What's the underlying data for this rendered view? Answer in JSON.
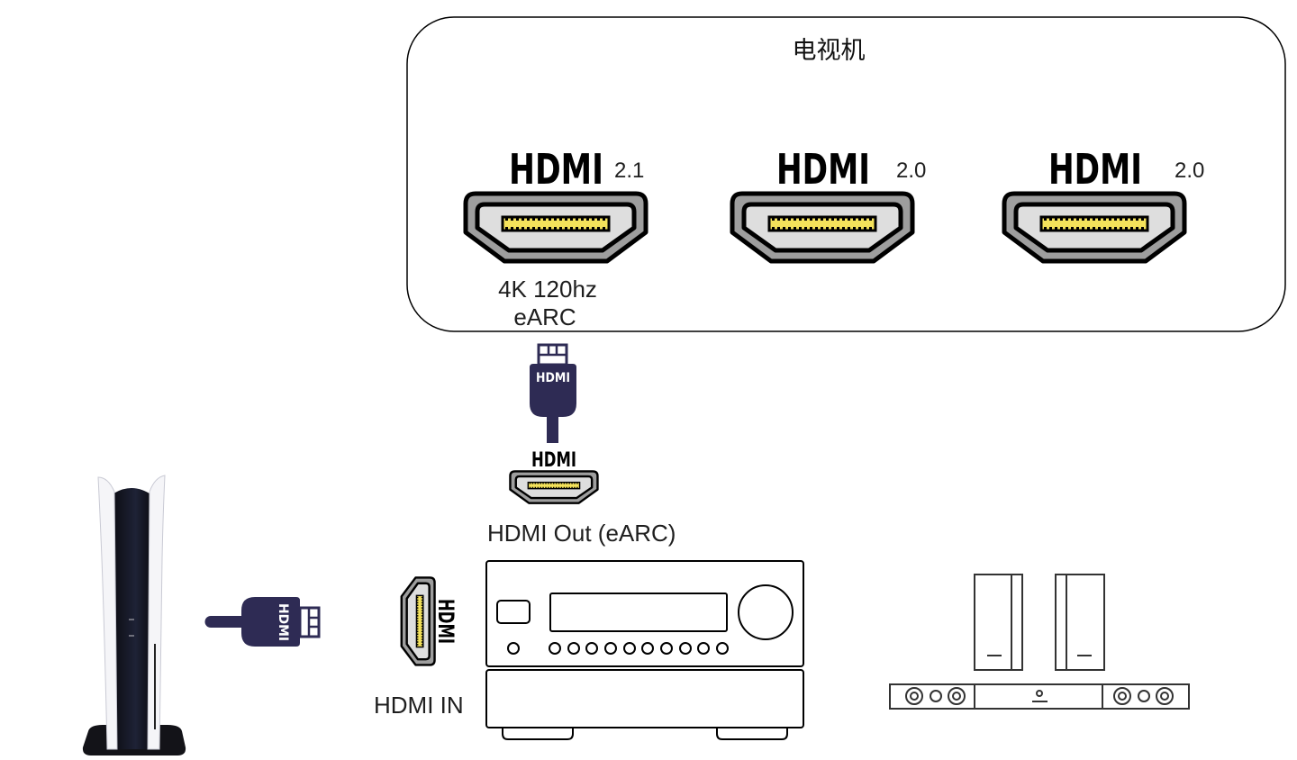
{
  "tv": {
    "title": "电视机",
    "ports": [
      {
        "logo": "HDMI",
        "version": "2.1",
        "features": [
          "4K 120hz",
          "eARC"
        ]
      },
      {
        "logo": "HDMI",
        "version": "2.0"
      },
      {
        "logo": "HDMI",
        "version": "2.0"
      }
    ]
  },
  "tv_cable": {
    "plug_logo": "HDMI"
  },
  "receiver": {
    "hdmi_out": {
      "logo": "HDMI",
      "label": "HDMI Out (eARC)"
    },
    "hdmi_in": {
      "logo": "HDMI",
      "label": "HDMI IN"
    }
  },
  "console_cable": {
    "plug_logo": "HDMI"
  },
  "icons": {
    "console": "game-console-icon",
    "cable_plug": "hdmi-plug-icon",
    "port": "hdmi-port-icon",
    "receiver": "av-receiver-icon",
    "speakers": "speaker-system-icon"
  },
  "colors": {
    "cable": "#2e2b54",
    "port_frame": "#9e9e9e",
    "port_contacts": "#f4e25b",
    "outline": "#000000"
  }
}
